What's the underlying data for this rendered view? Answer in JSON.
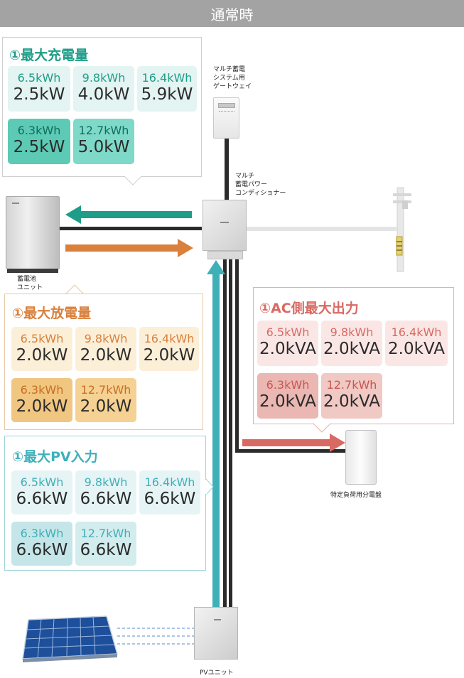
{
  "header": {
    "title": "通常時"
  },
  "charge": {
    "title": "①最大充電量",
    "cells": [
      {
        "cap": "6.5kWh",
        "val": "2.5kW"
      },
      {
        "cap": "9.8kWh",
        "val": "4.0kW"
      },
      {
        "cap": "16.4kWh",
        "val": "5.9kW"
      },
      {
        "cap": "6.3kWh",
        "val": "2.5kW"
      },
      {
        "cap": "12.7kWh",
        "val": "5.0kW"
      }
    ]
  },
  "discharge": {
    "title": "①最大放電量",
    "cells": [
      {
        "cap": "6.5kWh",
        "val": "2.0kW"
      },
      {
        "cap": "9.8kWh",
        "val": "2.0kW"
      },
      {
        "cap": "16.4kWh",
        "val": "2.0kW"
      },
      {
        "cap": "6.3kWh",
        "val": "2.0kW"
      },
      {
        "cap": "12.7kWh",
        "val": "2.0kW"
      }
    ]
  },
  "pv": {
    "title": "①最大PV入力",
    "cells": [
      {
        "cap": "6.5kWh",
        "val": "6.6kW"
      },
      {
        "cap": "9.8kWh",
        "val": "6.6kW"
      },
      {
        "cap": "16.4kWh",
        "val": "6.6kW"
      },
      {
        "cap": "6.3kWh",
        "val": "6.6kW"
      },
      {
        "cap": "12.7kWh",
        "val": "6.6kW"
      }
    ]
  },
  "ac": {
    "title": "①AC側最大出力",
    "cells": [
      {
        "cap": "6.5kWh",
        "val": "2.0kVA"
      },
      {
        "cap": "9.8kWh",
        "val": "2.0kVA"
      },
      {
        "cap": "16.4kWh",
        "val": "2.0kVA"
      },
      {
        "cap": "6.3kWh",
        "val": "2.0kVA"
      },
      {
        "cap": "12.7kWh",
        "val": "2.0kVA"
      }
    ]
  },
  "labels": {
    "gateway": [
      "マルチ蓄電",
      "システム用",
      "ゲートウェイ"
    ],
    "conditioner": [
      "マルチ",
      "蓄電パワー",
      "コンディショナー"
    ],
    "battery": [
      "蓄電池",
      "ユニット"
    ],
    "panelboard": "特定負荷用分電盤",
    "pv_unit": "PVユニット"
  },
  "colors": {
    "header_bg": "#a3a3a3",
    "charge_accent": "#1f9d88",
    "discharge_accent": "#d9803c",
    "pv_accent": "#3fb0b8",
    "ac_accent": "#d96a63"
  }
}
